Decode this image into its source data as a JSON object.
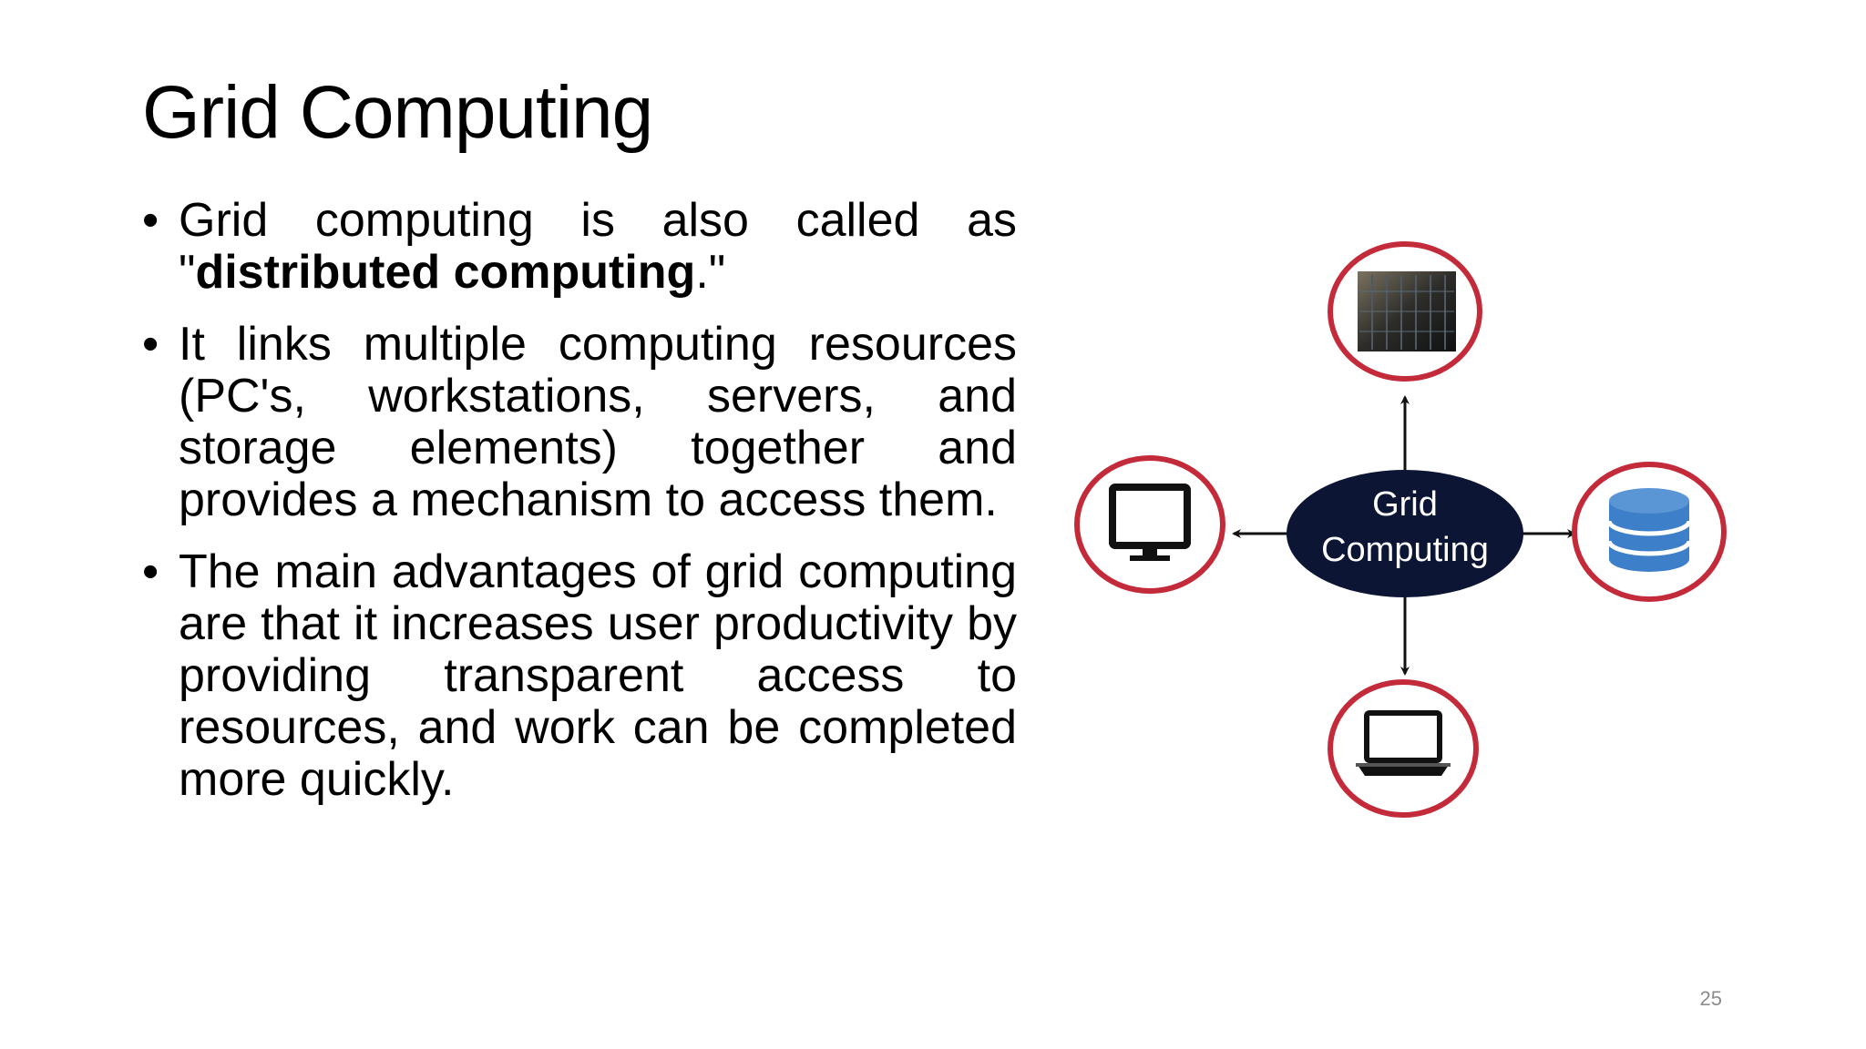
{
  "slide": {
    "title": "Grid Computing",
    "page_number": "25"
  },
  "bullets": [
    {
      "dot": "•",
      "prefix": "Grid computing is also called as \"",
      "bold": "distributed computing",
      "suffix": ".\""
    },
    {
      "dot": "•",
      "text": "It links multiple computing resources (PC's, workstations, servers, and storage elements) together and provides a mechanism to access them."
    },
    {
      "dot": "•",
      "text": "The main advantages of grid computing are that it increases user productivity by providing transparent access to resources, and work can be completed more quickly."
    }
  ],
  "diagram": {
    "center_line1": "Grid",
    "center_line2": "Computing",
    "center_color": "#0c1533",
    "ring_color": "#c42b3a",
    "database_color": "#3d7fc8",
    "nodes": [
      "server-rack-icon",
      "monitor-icon",
      "database-icon",
      "laptop-icon"
    ]
  }
}
